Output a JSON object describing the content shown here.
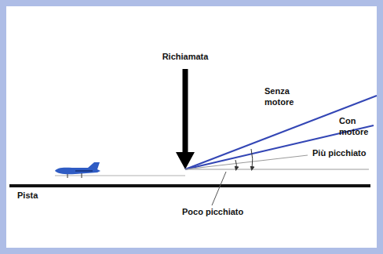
{
  "diagram": {
    "labels": [
      "Richiamata",
      "Senza motore",
      "Con motore",
      "Più picchiato",
      "Pista",
      "Poco picchiato"
    ]
  }
}
